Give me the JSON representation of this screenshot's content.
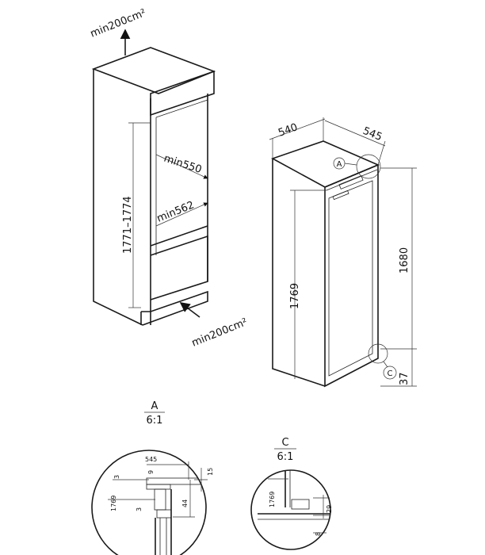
{
  "left_view": {
    "top_vent": "min200cm²",
    "bottom_vent": "min200cm²",
    "niche_height": "1771–1774",
    "min_depth_top": "min550",
    "min_width": "min562"
  },
  "right_view": {
    "width": "540",
    "depth": "545",
    "height_total": "1769",
    "height_inner": "1680",
    "base_offset": "37",
    "marker_a": "A",
    "marker_c": "C"
  },
  "detail_a": {
    "label": "A",
    "scale": "6:1",
    "dim_545": "545",
    "dim_3_top": "3",
    "dim_9": "9",
    "dim_15": "15",
    "dim_1769": "1769",
    "dim_3_bottom": "3",
    "dim_44": "44"
  },
  "detail_c": {
    "label": "C",
    "scale": "6:1",
    "dim_1769": "1769",
    "dim_29": "29",
    "dim_8": "8"
  }
}
